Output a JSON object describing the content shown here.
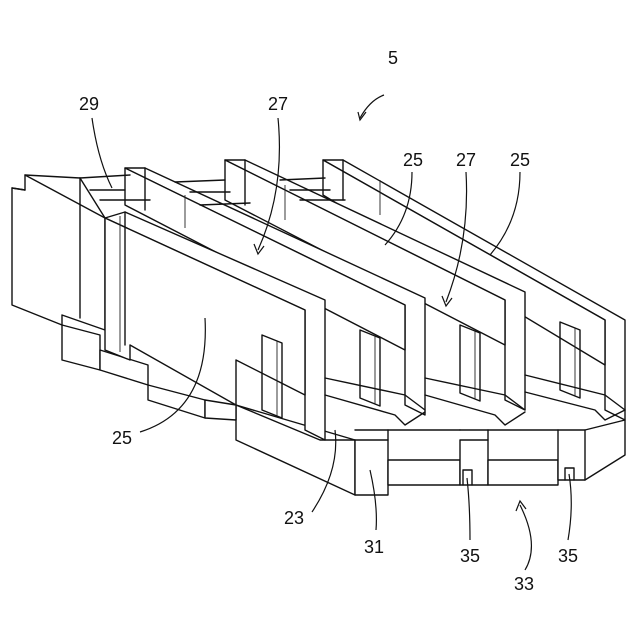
{
  "figure": {
    "labels": {
      "assembly": "5",
      "partition_top_left": "29",
      "groove_left": "27",
      "wall_mid": "25",
      "groove_right": "27",
      "wall_right": "25",
      "wall_front": "25",
      "base": "23",
      "block": "31",
      "notch_a": "35",
      "recess": "33",
      "notch_b": "35"
    }
  }
}
